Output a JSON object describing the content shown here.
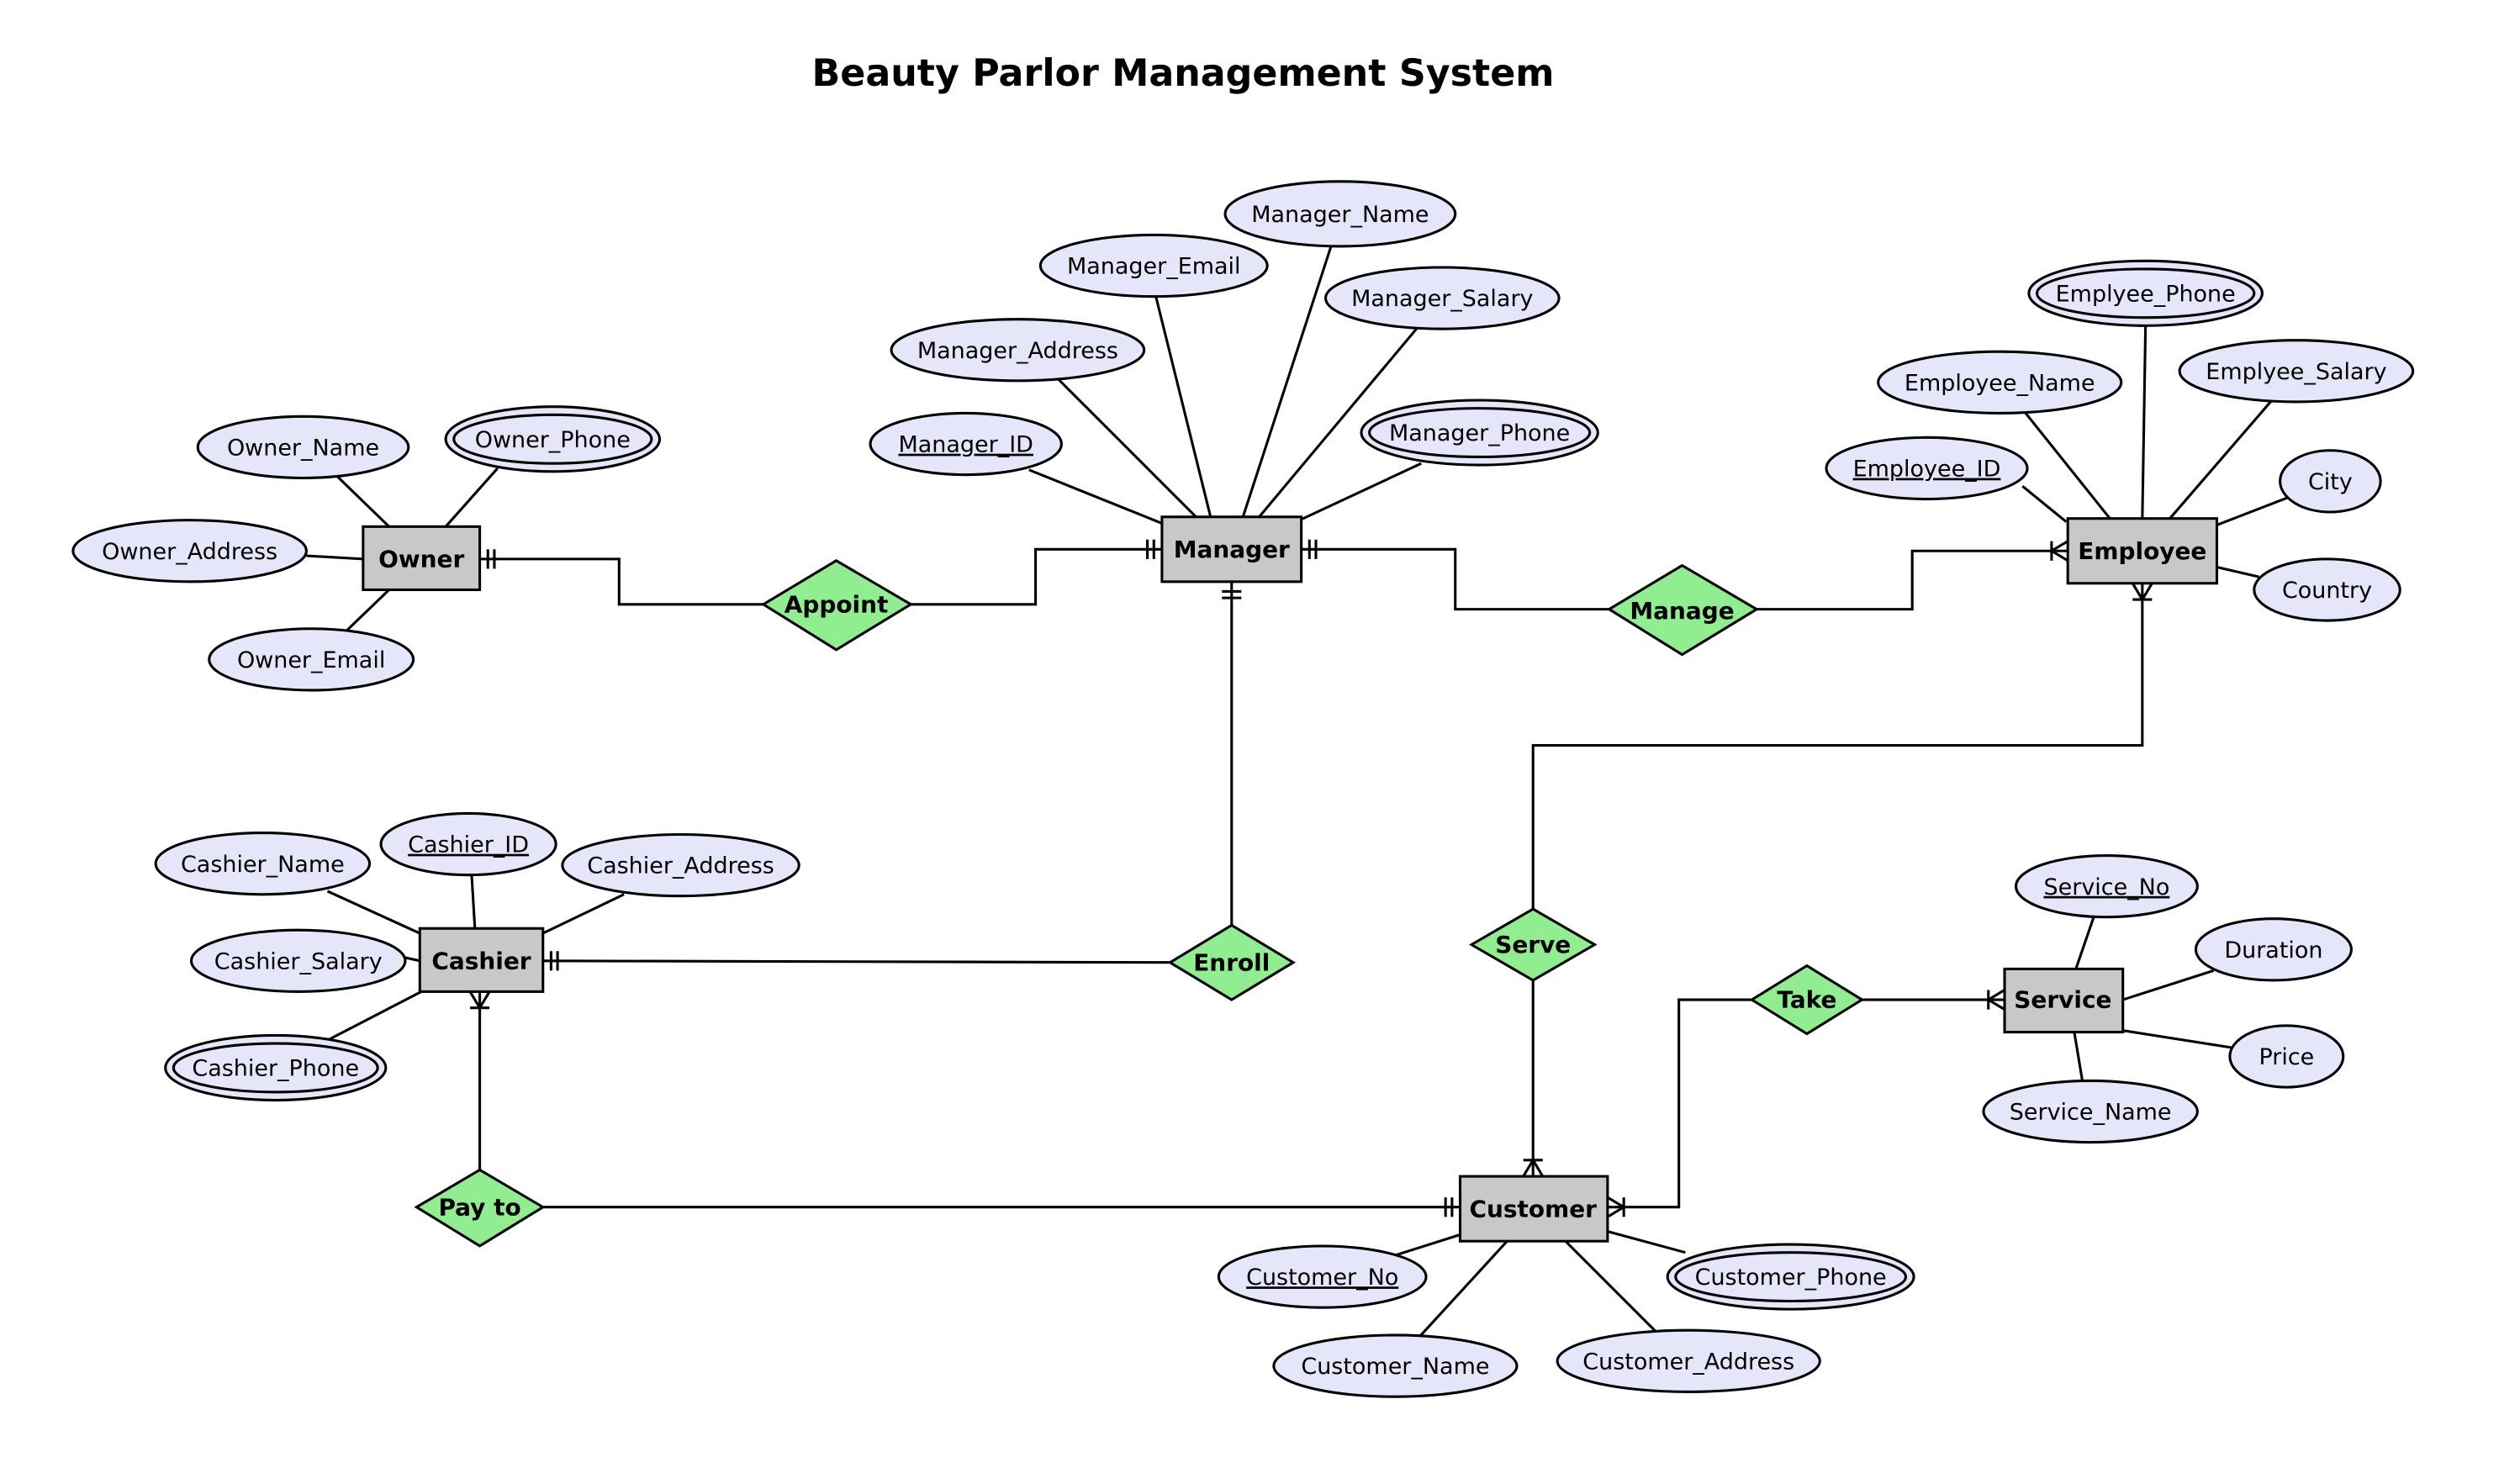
{
  "title": "Beauty Parlor Management System",
  "colors": {
    "entity_fill": "#c8c8c8",
    "relationship_fill": "#90ee90",
    "attribute_fill": "#e6e6fa",
    "stroke": "#000000"
  },
  "entities": {
    "owner": "Owner",
    "manager": "Manager",
    "employee": "Employee",
    "cashier": "Cashier",
    "customer": "Customer",
    "service": "Service"
  },
  "relationships": {
    "appoint": "Appoint",
    "manage": "Manage",
    "enroll": "Enroll",
    "serve": "Serve",
    "take": "Take",
    "pay_to": "Pay to"
  },
  "attributes": {
    "owner_name": "Owner_Name",
    "owner_phone": "Owner_Phone",
    "owner_address": "Owner_Address",
    "owner_email": "Owner_Email",
    "manager_name": "Manager_Name",
    "manager_email": "Manager_Email",
    "manager_salary": "Manager_Salary",
    "manager_address": "Manager_Address",
    "manager_id": "Manager_ID",
    "manager_phone": "Manager_Phone",
    "employee_phone": "Emplyee_Phone",
    "employee_name": "Employee_Name",
    "employee_salary": "Emplyee_Salary",
    "employee_id": "Employee_ID",
    "city": "City",
    "country": "Country",
    "cashier_name": "Cashier_Name",
    "cashier_id": "Cashier_ID",
    "cashier_address": "Cashier_Address",
    "cashier_salary": "Cashier_Salary",
    "cashier_phone": "Cashier_Phone",
    "service_no": "Service_No",
    "duration": "Duration",
    "price": "Price",
    "service_name": "Service_Name",
    "customer_no": "Customer_No",
    "customer_phone": "Customer_Phone",
    "customer_name": "Customer_Name",
    "customer_address": "Customer_Address"
  }
}
